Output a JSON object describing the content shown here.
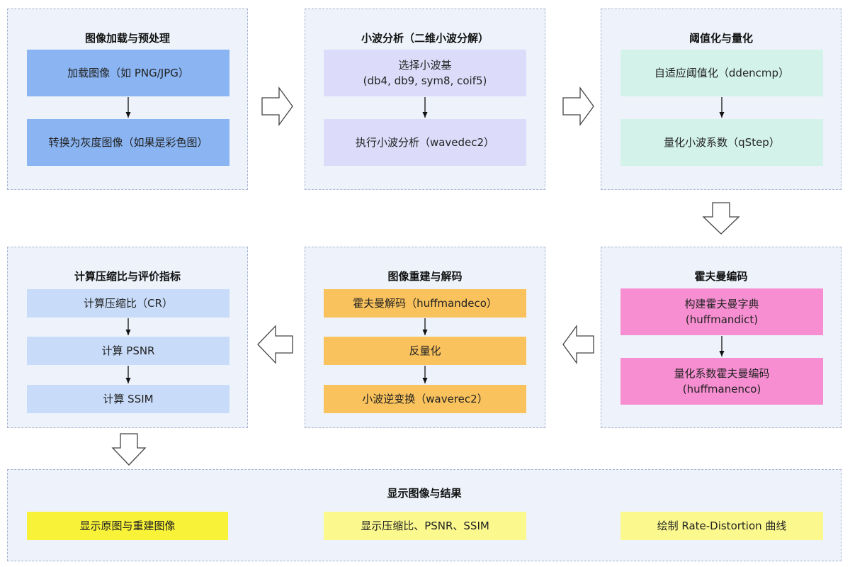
{
  "colors": {
    "group_bg": "#eef3fb",
    "group_border": "#a9b3cc",
    "load": "#8ab4f2",
    "wavelet": "#dcdcfa",
    "threshold": "#d3f2e9",
    "huffman": "#f78ed1",
    "reconstruct": "#f9c25c",
    "metrics": "#c8dcf9",
    "display_primary": "#f8f238",
    "display_secondary": "#fbf98e"
  },
  "groups": {
    "load": {
      "title": "图像加载与预处理",
      "steps": [
        "加载图像（如 PNG/JPG）",
        "转换为灰度图像（如果是彩色图）"
      ]
    },
    "wavelet": {
      "title": "小波分析（二维小波分解）",
      "steps": [
        "选择小波基\n(db4, db9, sym8, coif5)",
        "执行小波分析（wavedec2）"
      ]
    },
    "threshold": {
      "title": "阈值化与量化",
      "steps": [
        "自适应阈值化（ddencmp）",
        "量化小波系数（qStep）"
      ]
    },
    "huffman": {
      "title": "霍夫曼编码",
      "steps": [
        "构建霍夫曼字典\n(huffmandict)",
        "量化系数霍夫曼编码\n(huffmanenco)"
      ]
    },
    "reconstruct": {
      "title": "图像重建与解码",
      "steps": [
        "霍夫曼解码（huffmandeco）",
        "反量化",
        "小波逆变换（waverec2）"
      ]
    },
    "metrics": {
      "title": "计算压缩比与评价指标",
      "steps": [
        "计算压缩比（CR）",
        "计算 PSNR",
        "计算 SSIM"
      ]
    },
    "display": {
      "title": "显示图像与结果",
      "steps": [
        "显示原图与重建图像",
        "显示压缩比、PSNR、SSIM",
        "绘制 Rate-Distortion 曲线"
      ]
    }
  }
}
